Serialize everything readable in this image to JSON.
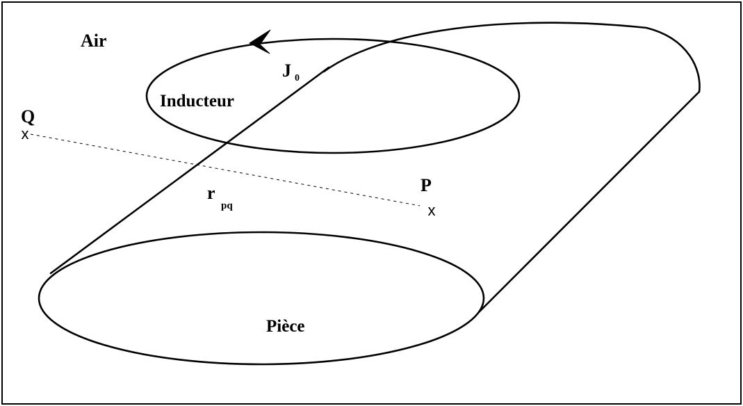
{
  "labels": {
    "air": "Air",
    "inducteur": "Inducteur",
    "current": "J",
    "current_sub": "0",
    "point_q": "Q",
    "point_p": "P",
    "distance": "r",
    "distance_sub": "pq",
    "piece": "Pièce",
    "point_marker": "x"
  }
}
